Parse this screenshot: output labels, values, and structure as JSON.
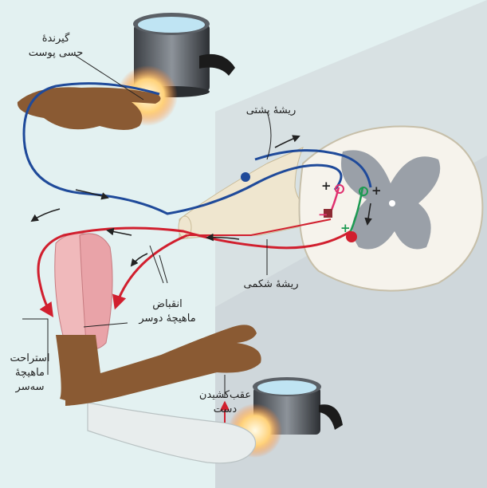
{
  "labels": {
    "skin_receptor": [
      "گیرندهٔ",
      "حسی پوست"
    ],
    "dorsal_root": "ریشهٔ پشتی",
    "ventral_root": "ریشهٔ شکمی",
    "biceps_contraction": [
      "انقباض",
      "ماهیچهٔ دوسر"
    ],
    "triceps_relaxation": [
      "استراحت",
      "ماهیچهٔ",
      "سه‌سر"
    ],
    "hand_withdrawal": [
      "عقب‌کشیدن",
      "دست"
    ]
  },
  "signs": {
    "plus": "+",
    "minus": "−"
  },
  "colors": {
    "background": "#e3f1f1",
    "sensory_nerve": "#1f4a9a",
    "motor_nerve": "#d11f2e",
    "interneuron_green": "#1d9a52",
    "interneuron_pink": "#e0306f",
    "spinal_gray_matter": "#9aa0a8",
    "skin": "#8a5a33",
    "muscle": "#f0b9bb"
  }
}
